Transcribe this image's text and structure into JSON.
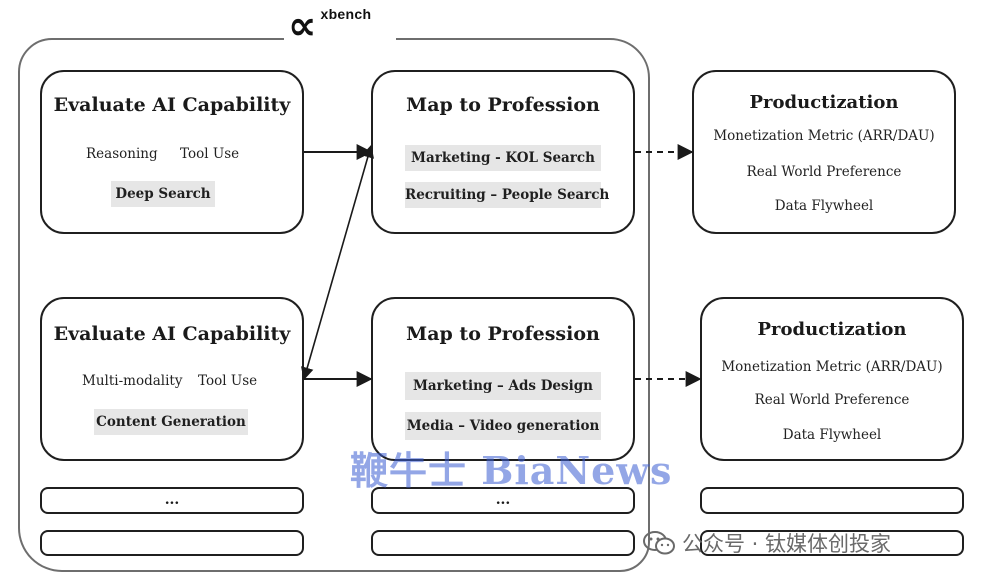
{
  "logo": {
    "symbol": "∝",
    "text": "xbench",
    "icon": "alpha-icon"
  },
  "row1": {
    "evaluate": {
      "title": "Evaluate AI Capability",
      "words": [
        "Reasoning",
        "Tool Use"
      ],
      "chip": "Deep Search"
    },
    "map": {
      "title": "Map to Profession",
      "chips": [
        "Marketing - KOL Search",
        "Recruiting – People Search"
      ]
    },
    "product": {
      "title": "Productization",
      "lines": [
        "Monetization Metric (ARR/DAU)",
        "Real World Preference",
        "Data Flywheel"
      ]
    }
  },
  "row2": {
    "evaluate": {
      "title": "Evaluate AI Capability",
      "words": [
        "Multi-modality",
        "Tool Use"
      ],
      "chip": "Content Generation"
    },
    "map": {
      "title": "Map to Profession",
      "chips": [
        "Marketing – Ads Design",
        "Media – Video generation"
      ]
    },
    "product": {
      "title": "Productization",
      "lines": [
        "Monetization Metric (ARR/DAU)",
        "Real World Preference",
        "Data Flywheel"
      ]
    }
  },
  "placeholders": {
    "ellipsis": "..."
  },
  "watermarks": {
    "bianews": "鞭牛士 BiaNews",
    "wechat": "公众号 · 钛媒体创投家",
    "wechat_icon": "wechat-icon"
  },
  "colors": {
    "stroke": "#1f1f1f",
    "chip": "#e6e6e6",
    "frame": "#6e6e6e",
    "watermark": "#3a5cd2"
  }
}
